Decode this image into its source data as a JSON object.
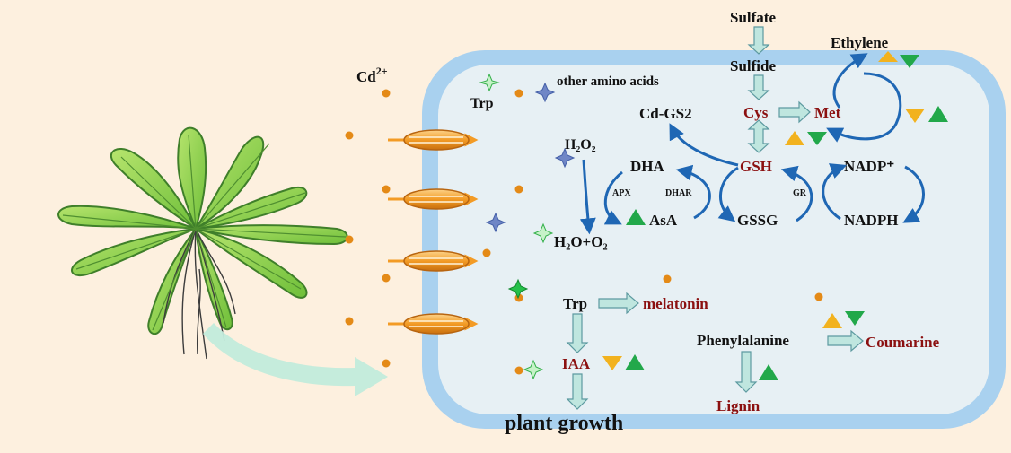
{
  "colors": {
    "background": "#fdf0df",
    "cell_wall": "#a9d1ef",
    "cytoplasm": "#e7f0f4",
    "black_text": "#111111",
    "red_text": "#8b1010",
    "blue_arrow": "#1f67b4",
    "teal_arrow_fill": "#bfe6df",
    "teal_arrow_stroke": "#5d9aa0",
    "cd_dot": "#e48a17",
    "orange_transporter": "#f39b25",
    "up_triangle": "#22a84a",
    "down_triangle": "#f2b21e",
    "leaf_green": "#8fd14f"
  },
  "labels": {
    "cd": "Cd",
    "cd_charge": "2+",
    "trp_top": "Trp",
    "other_amino_acids": "other amino acids",
    "sulfate": "Sulfate",
    "sulfide": "Sulfide",
    "ethylene": "Ethylene",
    "cys": "Cys",
    "met": "Met",
    "cd_gs2": "Cd-GS2",
    "h2o2": "H₂O₂",
    "dha": "DHA",
    "gsh": "GSH",
    "nadp": "NADP⁺",
    "apx": "APX",
    "dhar": "DHAR",
    "gr": "GR",
    "asa": "AsA",
    "gssg": "GSSG",
    "nadph": "NADPH",
    "h2o_o2": "H₂O+O₂",
    "trp_mid": "Trp",
    "melatonin": "melatonin",
    "phenylalanine": "Phenylalanine",
    "coumarine": "Coumarine",
    "iaa": "IAA",
    "lignin": "Lignin",
    "plant_growth": "plant growth"
  },
  "icons": [
    "plant",
    "cd-ion-dot",
    "transporter",
    "sparkle-star",
    "up-triangle",
    "down-triangle"
  ]
}
